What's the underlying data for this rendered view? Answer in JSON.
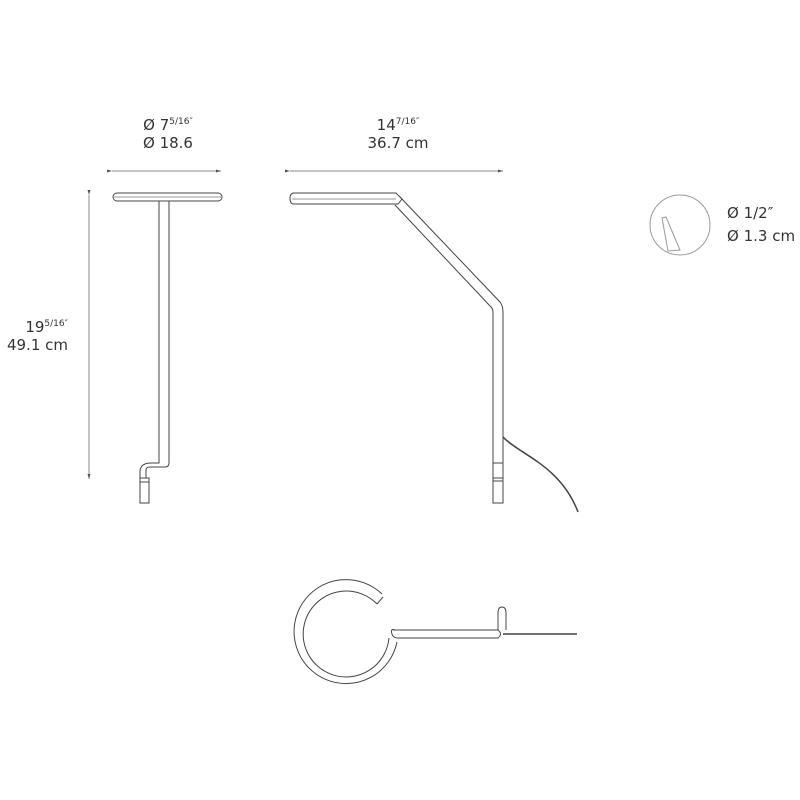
{
  "dimensions": {
    "head_diameter": {
      "imperial": "Ø 7",
      "imperial_fraction": "5/16″",
      "metric": "Ø 18.6"
    },
    "reach": {
      "imperial": "14",
      "imperial_fraction": "7/16″",
      "metric": "36.7 cm"
    },
    "height": {
      "imperial": "19",
      "imperial_fraction": "5/16″",
      "metric": "49.1 cm"
    },
    "mount_hole_diameter": {
      "imperial": "Ø 1/2″",
      "metric": "Ø 1.3 cm"
    }
  },
  "colors": {
    "line": "#444444",
    "dimension_line": "#888888",
    "text": "#333333"
  }
}
